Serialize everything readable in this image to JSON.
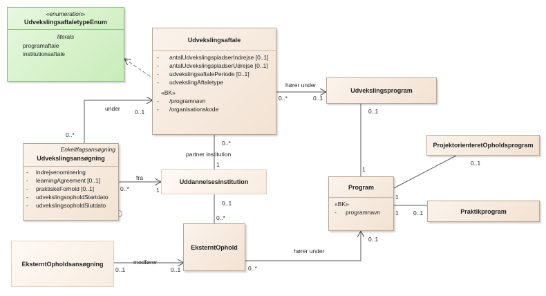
{
  "enum_class": {
    "stereotype": "«enumeration»",
    "name": "UdvekslingsaftaletypeEnum",
    "section": "literals",
    "literals": [
      "programaftale",
      "institutionsaftale"
    ]
  },
  "aftale": {
    "name": "Udvekslingsaftale",
    "attributes": [
      "antalUdvekslingspladserIndrejse [0..1]",
      "antalUdvekslingspladserUdrejse [0..1]",
      "udvekslingsaftalePeriode [0..1]",
      "udvekslingAftaletype"
    ],
    "bk": "«BK»",
    "bk_attributes": [
      "/programnavn",
      "/organisationskode"
    ]
  },
  "program_class": {
    "name": "Udvekslingsprogram"
  },
  "ansoegning": {
    "stereotype": "Enkeltfagsansøgning",
    "name": "Udvekslingsansøgning",
    "attributes": [
      "indrejsenominering",
      "learningAgreement [0..1]",
      "praktiskeForhold [0..1]",
      "udvekslingsopholdStartdato",
      "udvekslingsopholdSlutdato"
    ]
  },
  "institution": {
    "name": "Uddannelsesinstitution"
  },
  "program": {
    "name": "Program",
    "bk": "«BK»",
    "attributes": [
      "programnavn"
    ]
  },
  "projekt": {
    "name": "ProjektorienteretOpholdsprogram"
  },
  "praktik": {
    "name": "Praktikprogram"
  },
  "eksternt": {
    "name": "EksterntOphold"
  },
  "eksternt_ans": {
    "name": "EksterntOpholdsansøgning"
  },
  "assoc": {
    "under": "under",
    "hoerer_under_1": "hører under",
    "partner": "partner institution",
    "fra": "fra",
    "medfoerer": "medfører",
    "hoerer_under_2": "hører under"
  },
  "mult": {
    "m1": "0..1",
    "m2": "0..*",
    "m3": "0..*",
    "m4": "0..1",
    "m5": "0..*",
    "m6": "1",
    "m7": "0..*",
    "m8": "1",
    "m9": "0..1",
    "m10": "1",
    "m11": "0..1",
    "m12": "1",
    "m13": "1",
    "m14": "0..1",
    "m15": "0..1",
    "m16": "0..*",
    "m17": "0..1",
    "m18": "0..1",
    "m19": "0..*",
    "m20": "0..1"
  }
}
